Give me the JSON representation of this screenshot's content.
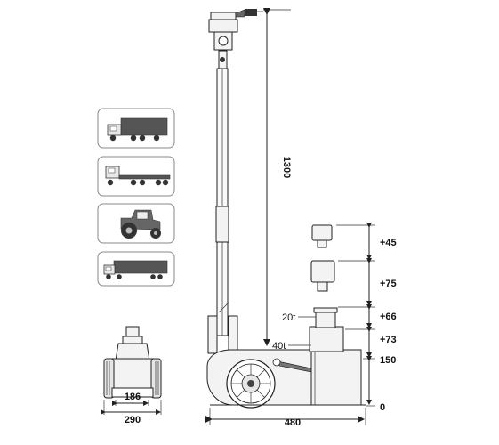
{
  "dimensions": {
    "height_total": "1300",
    "width_total": "480",
    "base_width": "290",
    "track_width": "186",
    "stack": [
      "+45",
      "+75",
      "+66",
      "+73",
      "150",
      "0"
    ],
    "capacity_small": "20t",
    "capacity_large": "40t"
  },
  "vehicles": [
    "truck-icon",
    "flatbed-trailer-icon",
    "tractor-icon",
    "semi-trailer-icon"
  ]
}
